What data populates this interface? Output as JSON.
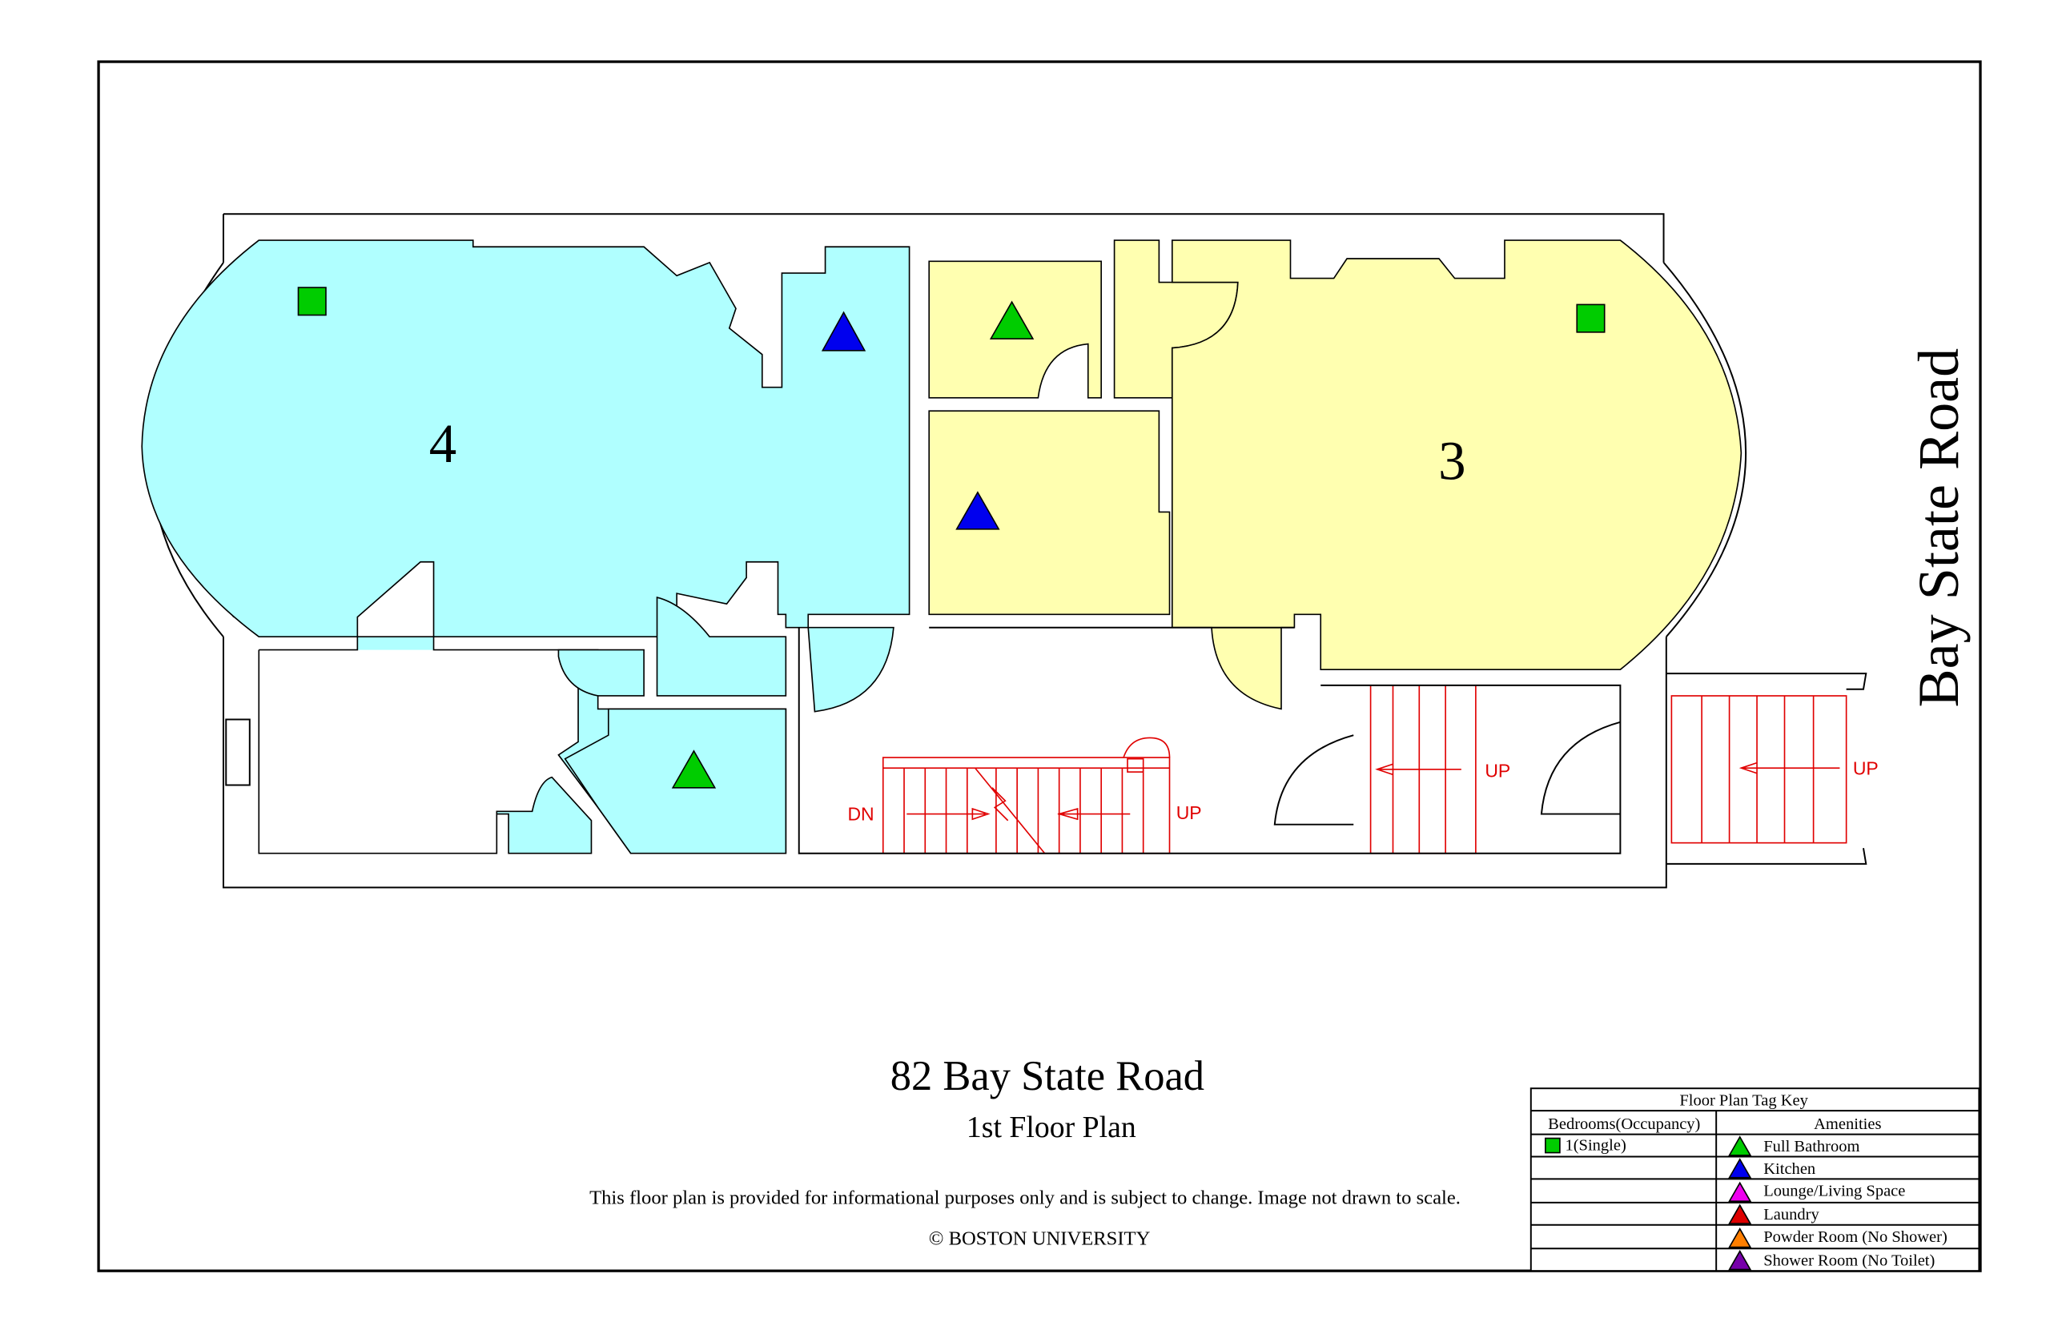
{
  "plan": {
    "street_label": "Bay State Road",
    "units": [
      {
        "number": "4",
        "color": "#b0ffff"
      },
      {
        "number": "3",
        "color": "#ffffb0"
      }
    ],
    "stair_labels": {
      "down": "DN",
      "up_main": "UP",
      "up_entry": "UP",
      "up_outside": "UP"
    }
  },
  "title": {
    "address": "82 Bay State Road",
    "floor": "1st Floor Plan",
    "disclaimer": "This floor plan is provided for informational purposes only and is subject to change. Image not drawn to scale.",
    "copyright": "© BOSTON UNIVERSITY"
  },
  "key": {
    "title": "Floor Plan Tag Key",
    "bedrooms_header": "Bedrooms(Occupancy)",
    "amenities_header": "Amenities",
    "bedrooms": [
      {
        "label": "1(Single)",
        "color": "#00cc00"
      }
    ],
    "amenities": [
      {
        "label": "Full Bathroom",
        "color": "#00cc00"
      },
      {
        "label": "Kitchen",
        "color": "#0000ee"
      },
      {
        "label": "Lounge/Living Space",
        "color": "#ee00ee"
      },
      {
        "label": "Laundry",
        "color": "#dd0000"
      },
      {
        "label": "Powder Room (No Shower)",
        "color": "#ff7f00"
      },
      {
        "label": "Shower Room (No Toilet)",
        "color": "#7700aa"
      }
    ]
  }
}
